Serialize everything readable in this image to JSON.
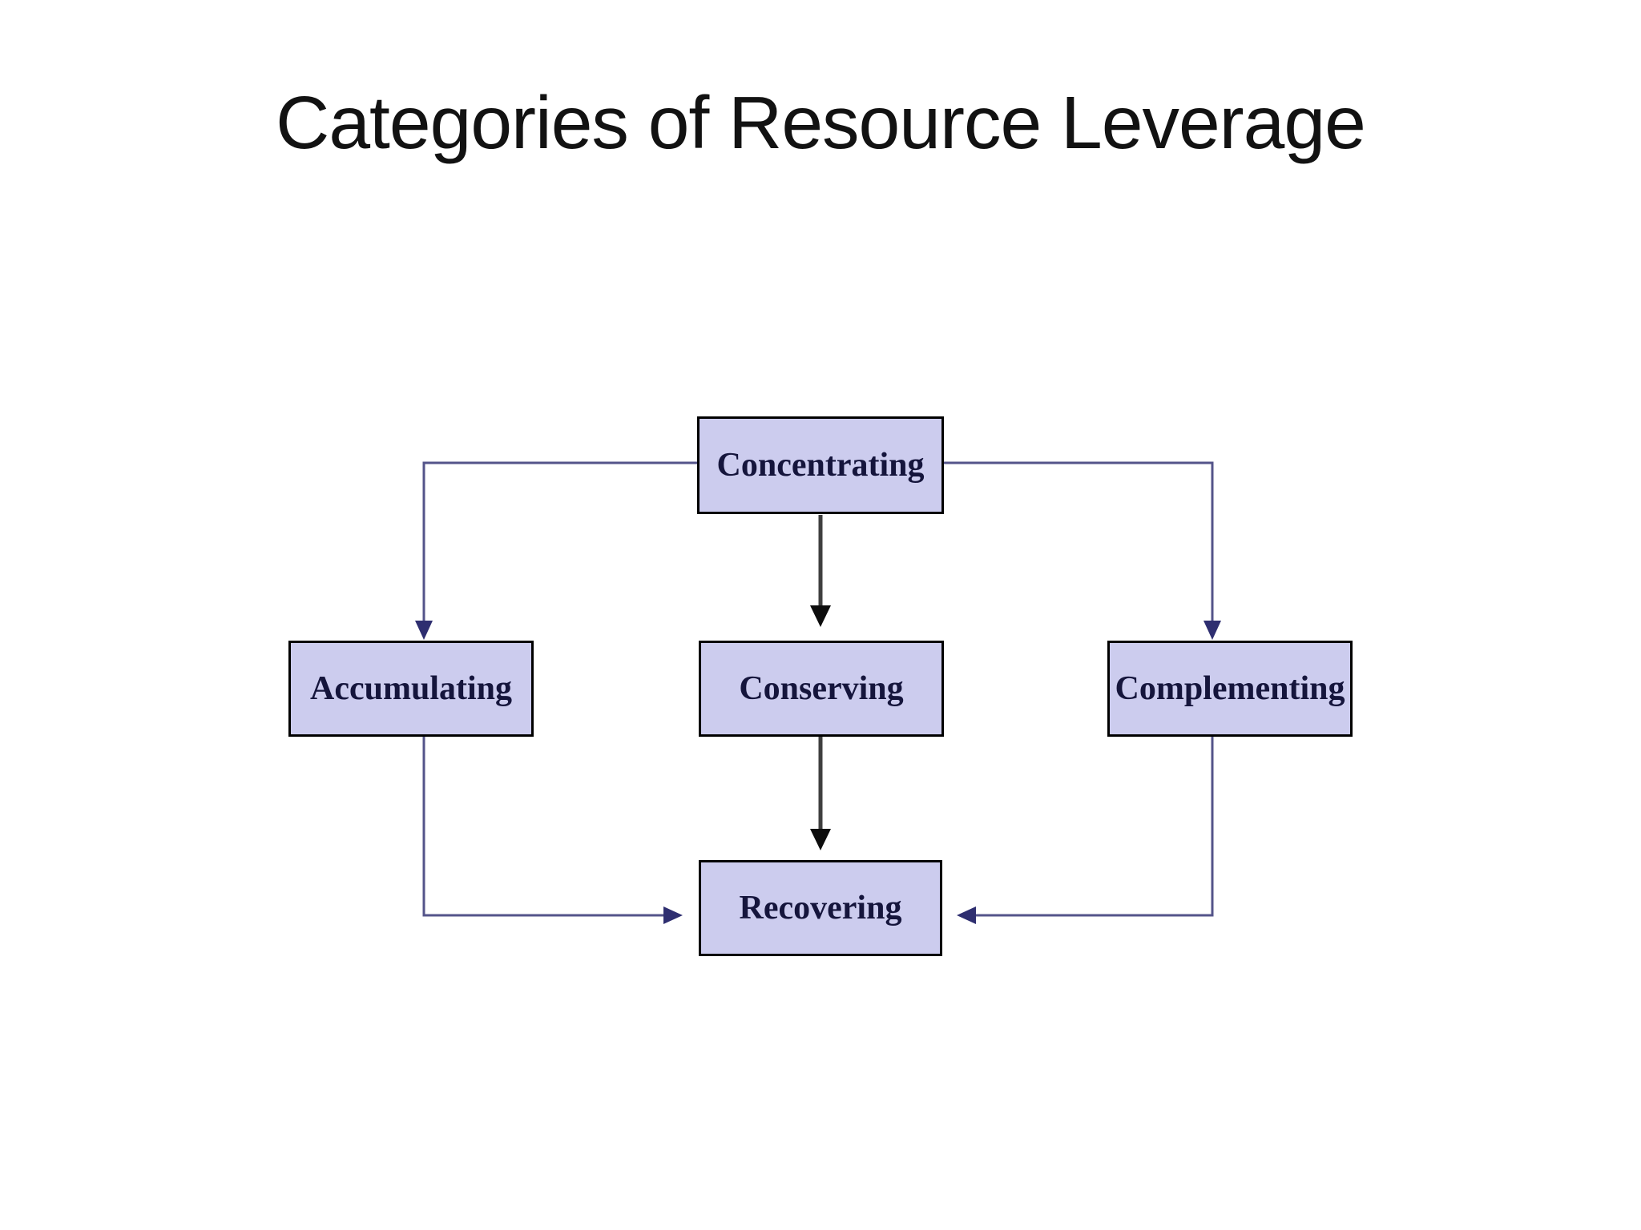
{
  "slide": {
    "title": "Categories of Resource Leverage"
  },
  "diagram": {
    "type": "flowchart",
    "nodes": [
      {
        "id": "concentrating",
        "label": "Concentrating"
      },
      {
        "id": "accumulating",
        "label": "Accumulating"
      },
      {
        "id": "conserving",
        "label": "Conserving"
      },
      {
        "id": "complementing",
        "label": "Complementing"
      },
      {
        "id": "recovering",
        "label": "Recovering"
      }
    ],
    "edges": [
      {
        "from": "concentrating",
        "to": "accumulating",
        "style": "elbow-blue"
      },
      {
        "from": "concentrating",
        "to": "conserving",
        "style": "straight-dark"
      },
      {
        "from": "concentrating",
        "to": "complementing",
        "style": "elbow-blue"
      },
      {
        "from": "accumulating",
        "to": "recovering",
        "style": "elbow-blue"
      },
      {
        "from": "conserving",
        "to": "recovering",
        "style": "straight-dark"
      },
      {
        "from": "complementing",
        "to": "recovering",
        "style": "elbow-blue"
      }
    ],
    "colors": {
      "node_fill": "#ccccee",
      "node_border": "#000000",
      "node_text": "#15153c",
      "connector_blue": "#54548a",
      "arrowhead_blue": "#2e2e70",
      "connector_dark": "#3f3f3f",
      "arrowhead_dark": "#0d0d0d",
      "title_text": "#121212",
      "background": "#ffffff"
    }
  }
}
